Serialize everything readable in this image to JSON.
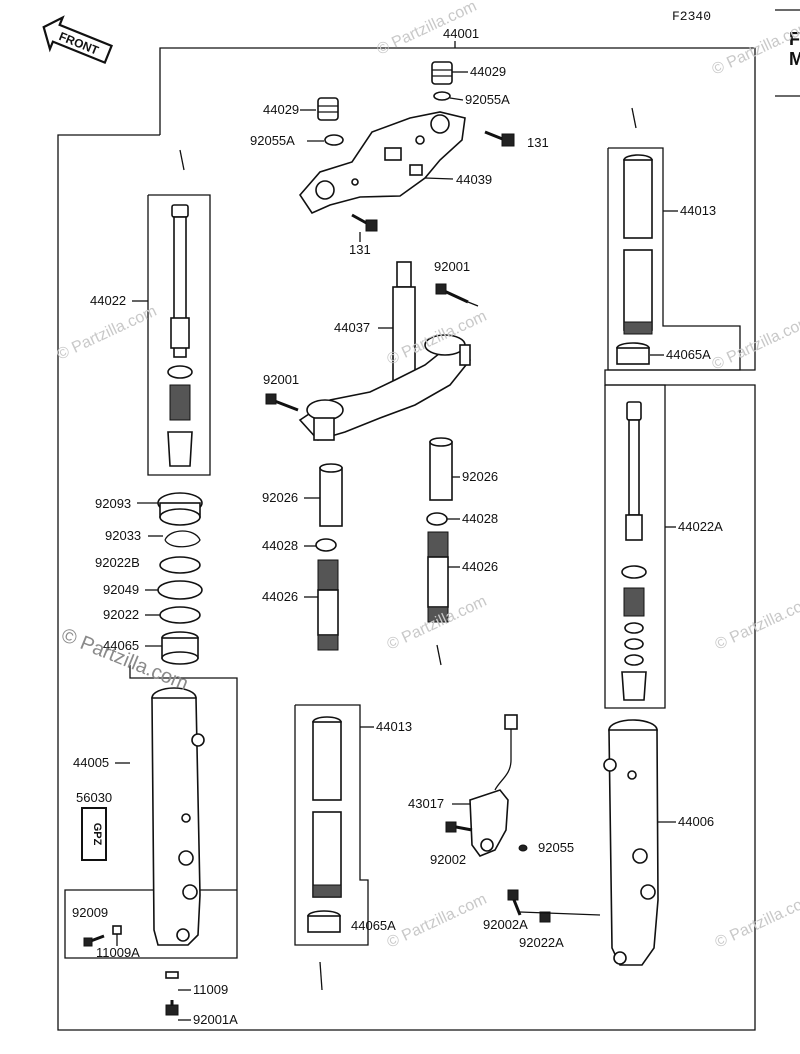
{
  "header": {
    "figure_code": "F2340",
    "edge_letters": [
      "F",
      "M"
    ],
    "front_label": "FRONT"
  },
  "emblem_text": "GPZ",
  "watermarks": {
    "text": "© Partzilla.com",
    "large_text": "© Partzilla.com"
  },
  "labels": {
    "p44001": "44001",
    "p44029_a": "44029",
    "p92055A_a": "92055A",
    "p44029_b": "44029",
    "p92055A_b": "92055A",
    "p131_a": "131",
    "p44039": "44039",
    "p131_b": "131",
    "p92001_a": "92001",
    "p44037": "44037",
    "p92001_b": "92001",
    "p44022": "44022",
    "p44013_a": "44013",
    "p44065A_a": "44065A",
    "p92093": "92093",
    "p92033": "92033",
    "p92022B": "92022B",
    "p92049": "92049",
    "p92022": "92022",
    "p44065": "44065",
    "p92026_a": "92026",
    "p44028_a": "44028",
    "p44026_a": "44026",
    "p92026_b": "92026",
    "p44028_b": "44028",
    "p44026_b": "44026",
    "p44022A": "44022A",
    "p44005": "44005",
    "p56030": "56030",
    "p92009": "92009",
    "p11009A": "11009A",
    "p11009": "11009",
    "p92001A": "92001A",
    "p44013_b": "44013",
    "p44065A_b": "44065A",
    "p43017": "43017",
    "p92002": "92002",
    "p92055": "92055",
    "p92002A": "92002A",
    "p92022A": "92022A",
    "p44006": "44006"
  }
}
